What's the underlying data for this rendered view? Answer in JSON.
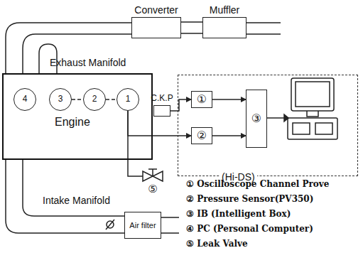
{
  "diagram": {
    "nodes": [
      {
        "text": [
          "Converter"
        ]
      },
      {
        "text": [
          "Muffler"
        ]
      },
      {
        "text": [
          "Engine"
        ]
      },
      {
        "text": [
          "4"
        ],
        "in": 2
      },
      {
        "text": [
          "3"
        ],
        "in": 2
      },
      {
        "text": [
          "2"
        ],
        "in": 2
      },
      {
        "text": [
          "1"
        ],
        "in": 2
      },
      {
        "text": [
          "C.K.P"
        ]
      },
      {
        "text": [
          "(Hi-DS)"
        ]
      },
      {
        "text": [
          "①"
        ],
        "in": 8
      },
      {
        "text": [
          "②"
        ],
        "in": 8
      },
      {
        "text": [
          "③"
        ],
        "in": 8
      },
      {
        "text": [
          "⑤"
        ]
      },
      {
        "text": [
          "Air filter"
        ]
      }
    ],
    "edges": [
      {
        "from": 0,
        "to": 1,
        "arrow": "none"
      },
      {
        "from": 7,
        "to": 9,
        "arrow": "to"
      },
      {
        "from": 6,
        "to": 10,
        "arrow": "to"
      },
      {
        "from": 9,
        "to": 11,
        "arrow": "to"
      },
      {
        "from": 10,
        "to": 11,
        "arrow": "to"
      },
      {
        "from": 6,
        "to": 12,
        "arrow": "none"
      }
    ],
    "labels": [
      "Exhaust Manifold",
      "Intake Manifold",
      "① Oscilloscope Channel Prove",
      "② Pressure Sensor(PV350)",
      "③ IB (Intelligent Box)",
      "④ PC (Personal Computer)",
      "⑤ Leak Valve"
    ]
  }
}
